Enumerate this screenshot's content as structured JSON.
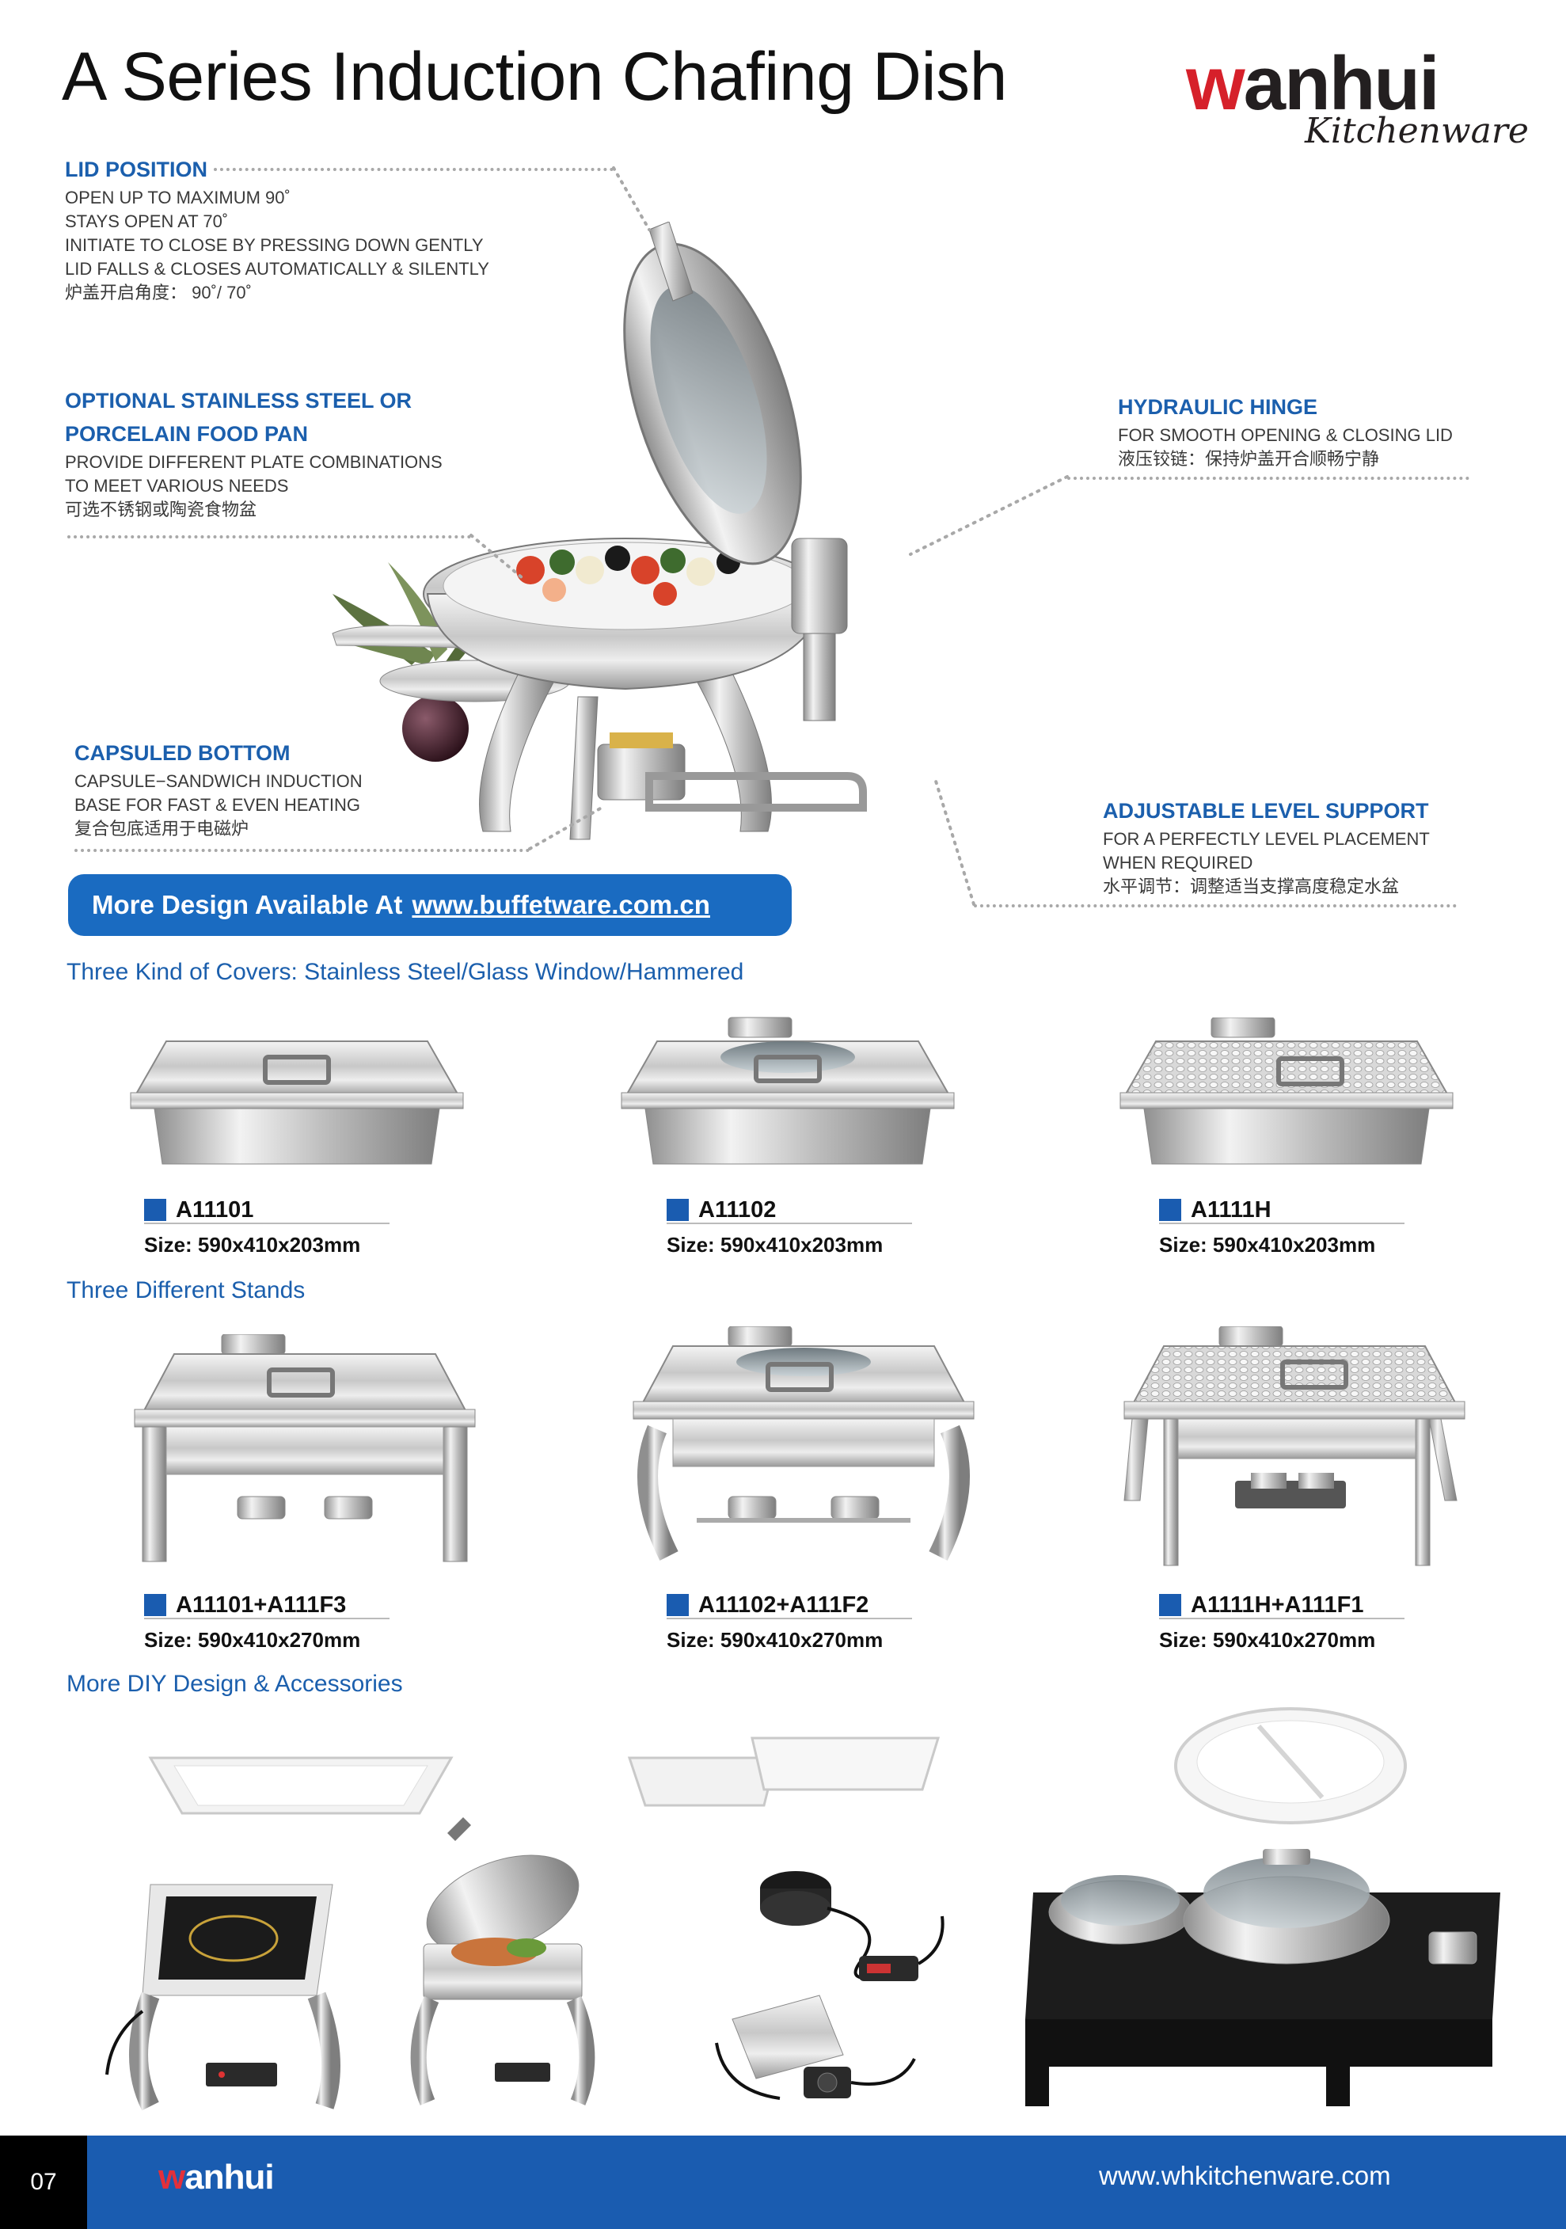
{
  "header": {
    "title": "A Series Induction Chafing Dish",
    "logo_w": "w",
    "logo_rest": "anhui",
    "logo_sub": "Kitchenware"
  },
  "features": {
    "lid": {
      "heading": "LID POSITION",
      "lines": [
        "OPEN UP TO MAXIMUM 90˚",
        "STAYS OPEN AT 70˚",
        "INITIATE TO CLOSE BY PRESSING DOWN GENTLY",
        "LID FALLS & CLOSES AUTOMATICALLY & SILENTLY",
        "炉盖开启角度： 90˚/ 70˚"
      ]
    },
    "pan": {
      "heading1": "OPTIONAL STAINLESS STEEL OR",
      "heading2": "PORCELAIN FOOD PAN",
      "lines": [
        "PROVIDE DIFFERENT PLATE COMBINATIONS",
        "TO MEET VARIOUS NEEDS",
        "可选不锈钢或陶瓷食物盆"
      ]
    },
    "bottom": {
      "heading": "CAPSULED BOTTOM",
      "lines": [
        "CAPSULE−SANDWICH INDUCTION",
        "BASE FOR FAST & EVEN HEATING",
        "复合包底适用于电磁炉"
      ]
    },
    "hinge": {
      "heading": "HYDRAULIC HINGE",
      "lines": [
        "FOR SMOOTH OPENING & CLOSING LID",
        "液压铰链：保持炉盖开合顺畅宁静"
      ]
    },
    "level": {
      "heading": "ADJUSTABLE LEVEL SUPPORT",
      "lines": [
        "FOR A PERFECTLY LEVEL PLACEMENT",
        "WHEN REQUIRED",
        "水平调节：调整适当支撑高度稳定水盆"
      ]
    }
  },
  "banner": {
    "label": "More Design Available At",
    "url": "www.buffetware.com.cn"
  },
  "sections": {
    "covers": "Three Kind of Covers: Stainless Steel/Glass Window/Hammered",
    "stands": "Three Different Stands",
    "diy": "More DIY Design & Accessories"
  },
  "covers": [
    {
      "code": "A11101",
      "size": "Size: 590x410x203mm"
    },
    {
      "code": "A11102",
      "size": "Size: 590x410x203mm"
    },
    {
      "code": "A1111H",
      "size": "Size: 590x410x203mm"
    }
  ],
  "stands": [
    {
      "code": "A11101+A111F3",
      "size": "Size: 590x410x270mm"
    },
    {
      "code": "A11102+A111F2",
      "size": "Size: 590x410x270mm"
    },
    {
      "code": "A1111H+A111F1",
      "size": "Size: 590x410x270mm"
    }
  ],
  "footer": {
    "page_number": "07",
    "logo_w": "w",
    "logo_rest": "anhui",
    "url": "www.whkitchenware.com"
  },
  "colors": {
    "accent_blue": "#1b5fad",
    "banner_blue": "#1a6bc1",
    "footer_blue": "#1a5cb0",
    "logo_red": "#d6202a"
  }
}
